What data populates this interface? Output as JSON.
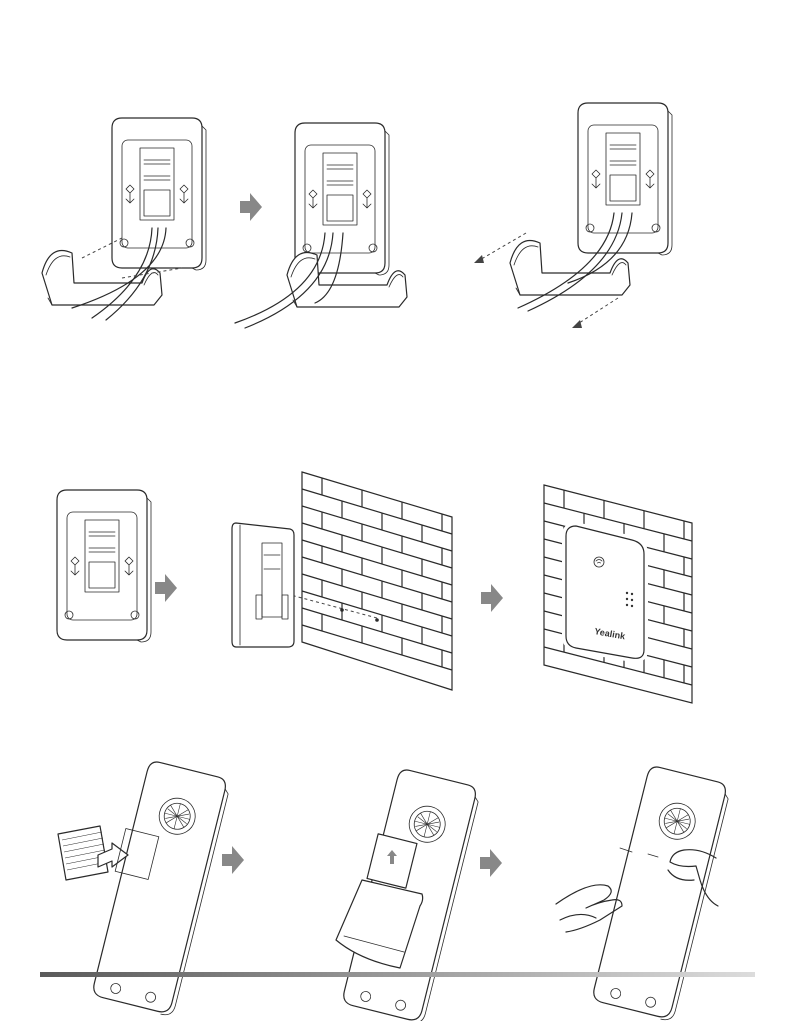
{
  "figure": {
    "panels": [
      "base-station-stand-insert-cables",
      "base-station-stand-assembled",
      "base-station-stand-detach",
      "base-station-back",
      "base-station-wall-mount-side",
      "base-station-mounted-on-wall",
      "handset-insert-battery",
      "handset-battery-installed",
      "handset-close-battery-cover"
    ],
    "step_arrow_color": "#888888",
    "line_color": "#2a2a2a",
    "footer_bar_gradient": [
      "#5a5a5a",
      "#dcdcdc"
    ]
  },
  "device": {
    "logo_text": "Yealink"
  }
}
